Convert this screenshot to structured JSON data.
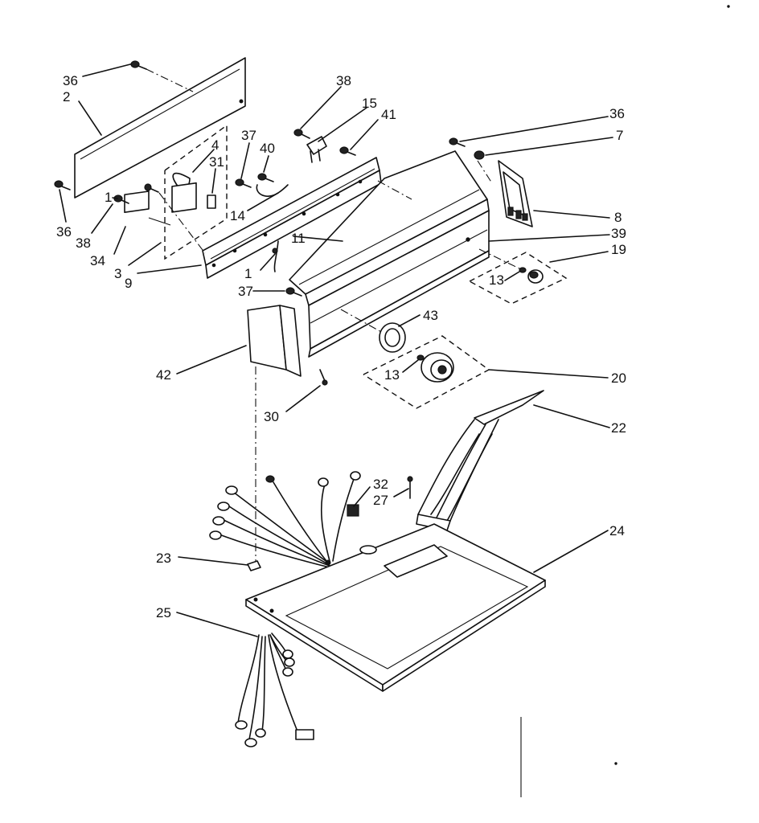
{
  "diagram": {
    "callouts": [
      {
        "id": "c36a",
        "text": "36"
      },
      {
        "id": "c2",
        "text": "2"
      },
      {
        "id": "c36b",
        "text": "36"
      },
      {
        "id": "c38a",
        "text": "38"
      },
      {
        "id": "c34",
        "text": "34"
      },
      {
        "id": "c3",
        "text": "3"
      },
      {
        "id": "c9",
        "text": "9"
      },
      {
        "id": "c1a",
        "text": "1"
      },
      {
        "id": "c4",
        "text": "4"
      },
      {
        "id": "c31",
        "text": "31"
      },
      {
        "id": "c37a",
        "text": "37"
      },
      {
        "id": "c40",
        "text": "40"
      },
      {
        "id": "c14",
        "text": "14"
      },
      {
        "id": "c11",
        "text": "11"
      },
      {
        "id": "c1b",
        "text": "1"
      },
      {
        "id": "c37b",
        "text": "37"
      },
      {
        "id": "c38b",
        "text": "38"
      },
      {
        "id": "c15",
        "text": "15"
      },
      {
        "id": "c41",
        "text": "41"
      },
      {
        "id": "c36c",
        "text": "36"
      },
      {
        "id": "c7",
        "text": "7"
      },
      {
        "id": "c8",
        "text": "8"
      },
      {
        "id": "c39",
        "text": "39"
      },
      {
        "id": "c19",
        "text": "19"
      },
      {
        "id": "c13a",
        "text": "13"
      },
      {
        "id": "c43",
        "text": "43"
      },
      {
        "id": "c13b",
        "text": "13"
      },
      {
        "id": "c20",
        "text": "20"
      },
      {
        "id": "c42",
        "text": "42"
      },
      {
        "id": "c30",
        "text": "30"
      },
      {
        "id": "c22",
        "text": "22"
      },
      {
        "id": "c32",
        "text": "32"
      },
      {
        "id": "c27",
        "text": "27"
      },
      {
        "id": "c24",
        "text": "24"
      },
      {
        "id": "c23",
        "text": "23"
      },
      {
        "id": "c25",
        "text": "25"
      }
    ]
  }
}
